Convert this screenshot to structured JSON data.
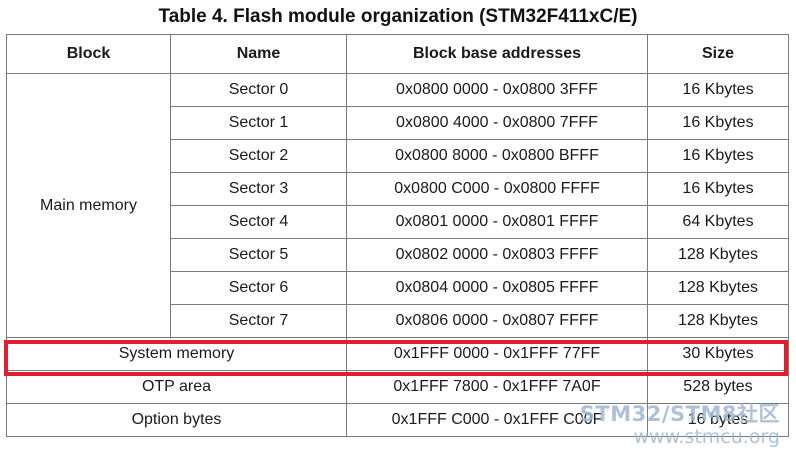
{
  "table": {
    "title": "Table 4. Flash module organization (STM32F411xC/E)",
    "headers": [
      "Block",
      "Name",
      "Block base addresses",
      "Size"
    ],
    "main_block": "Main memory",
    "sectors": [
      {
        "name": "Sector 0",
        "addr": "0x0800 0000 - 0x0800 3FFF",
        "size": "16 Kbytes"
      },
      {
        "name": "Sector 1",
        "addr": "0x0800 4000 - 0x0800 7FFF",
        "size": "16 Kbytes"
      },
      {
        "name": "Sector 2",
        "addr": "0x0800 8000 - 0x0800 BFFF",
        "size": "16 Kbytes"
      },
      {
        "name": "Sector 3",
        "addr": "0x0800 C000 - 0x0800 FFFF",
        "size": "16 Kbytes"
      },
      {
        "name": "Sector 4",
        "addr": "0x0801 0000 - 0x0801 FFFF",
        "size": "64 Kbytes"
      },
      {
        "name": "Sector 5",
        "addr": "0x0802 0000 - 0x0803 FFFF",
        "size": "128 Kbytes"
      },
      {
        "name": "Sector 6",
        "addr": "0x0804 0000 - 0x0805 FFFF",
        "size": "128 Kbytes"
      },
      {
        "name": "Sector 7",
        "addr": "0x0806 0000 - 0x0807 FFFF",
        "size": "128 Kbytes"
      }
    ],
    "other_blocks": [
      {
        "name": "System memory",
        "addr": "0x1FFF 0000 - 0x1FFF 77FF",
        "size": "30 Kbytes"
      },
      {
        "name": "OTP area",
        "addr": "0x1FFF 7800 - 0x1FFF 7A0F",
        "size": "528 bytes"
      },
      {
        "name": "Option bytes",
        "addr": "0x1FFF C000 - 0x1FFF C00F",
        "size": "16 bytes"
      }
    ]
  },
  "highlight": {
    "color": "#e0202e"
  },
  "watermark": {
    "line1": "STM32/STM8社区",
    "line2": "www.stmcu.org",
    "color": "#9fb8d3"
  }
}
